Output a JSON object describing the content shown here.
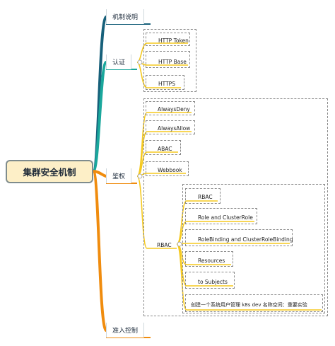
{
  "mindmap": {
    "root": "集群安全机制",
    "colors": {
      "branch1": "#17607a",
      "branch2": "#1aa79c",
      "branch3": "#f08c0e",
      "leaf_line": "#f5c91f",
      "root_fill": "#fdefc7"
    },
    "topics": [
      {
        "label": "机制说明"
      },
      {
        "label": "认证",
        "children": [
          "HTTP Token",
          "HTTP Base",
          "HTTPS"
        ]
      },
      {
        "label": "鉴权",
        "children": [
          "AlwaysDeny",
          "AlwaysAllow",
          "ABAC",
          "Webbook",
          "RBAC"
        ]
      },
      {
        "label": "准入控制"
      }
    ],
    "rbac_children": [
      "RBAC",
      "Role and ClusterRole",
      "RoleBinding and ClusterRoleBinding",
      "Resources",
      "to Subjects",
      "创建一个系统用户管理 k8s dev 名称空间：重要实验"
    ]
  }
}
